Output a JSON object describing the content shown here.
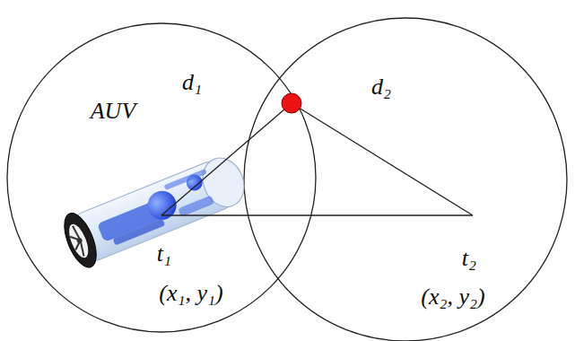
{
  "diagram": {
    "labels": [
      "AUV",
      "d₁",
      "d₂",
      "t₁",
      "(x₁, y₁)",
      "t₂",
      "(x₂, y₂)"
    ]
  }
}
